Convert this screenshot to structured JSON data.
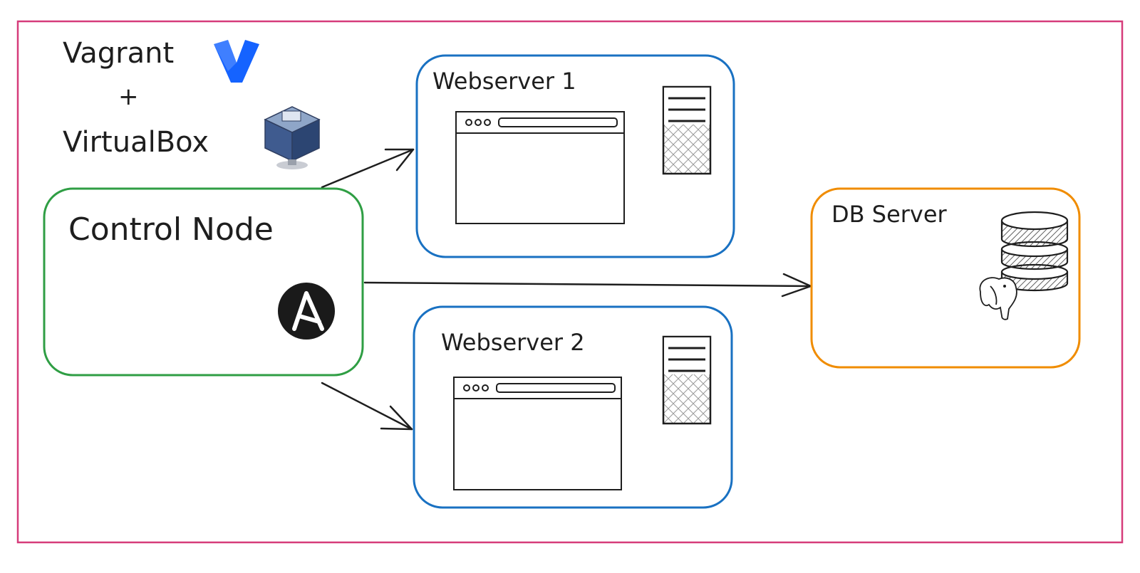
{
  "frame": {
    "border_color": "#d63c7a"
  },
  "legend": {
    "tool1": "Vagrant",
    "plus": "+",
    "tool2": "VirtualBox",
    "vagrant_color": "#1563ff"
  },
  "nodes": {
    "control": {
      "label": "Control Node",
      "color": "#2f9e44"
    },
    "web1": {
      "label": "Webserver 1",
      "color": "#1971c2"
    },
    "web2": {
      "label": "Webserver 2",
      "color": "#1971c2"
    },
    "db": {
      "label": "DB Server",
      "color": "#f08c00"
    }
  },
  "icons": [
    "vagrant-logo-icon",
    "virtualbox-logo-icon",
    "ansible-logo-icon",
    "browser-window-icon",
    "server-tower-icon",
    "database-icon",
    "postgresql-elephant-icon"
  ],
  "edges": [
    {
      "from": "Control Node",
      "to": "Webserver 1"
    },
    {
      "from": "Control Node",
      "to": "DB Server"
    },
    {
      "from": "Control Node",
      "to": "Webserver 2"
    }
  ]
}
